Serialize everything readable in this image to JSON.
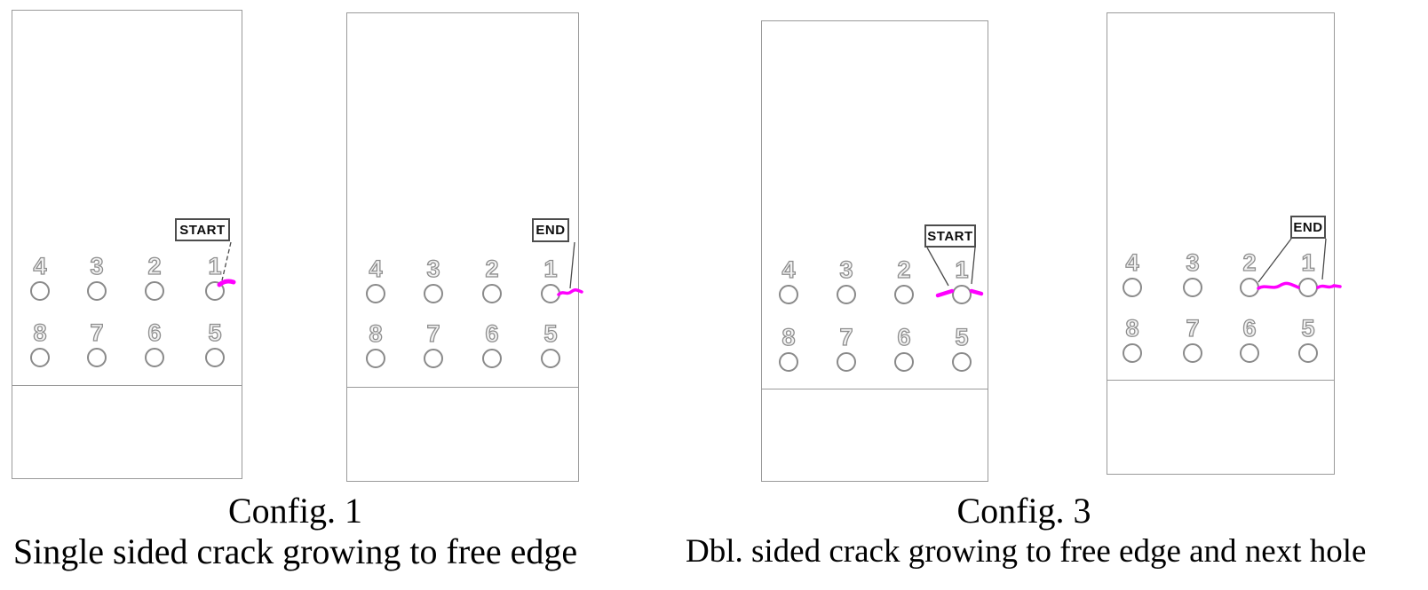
{
  "colors": {
    "crack": "#ff00ff",
    "leader": "#4a4a4a",
    "plate_border": "#9a9a9a",
    "hole_border": "#8a8a8a",
    "number_outline": "#8e8e8e"
  },
  "panels": [
    {
      "id": "config1-start",
      "marker": "START",
      "top_row": [
        "4",
        "3",
        "2",
        "1"
      ],
      "bottom_row": [
        "8",
        "7",
        "6",
        "5"
      ]
    },
    {
      "id": "config1-end",
      "marker": "END",
      "top_row": [
        "4",
        "3",
        "2",
        "1"
      ],
      "bottom_row": [
        "8",
        "7",
        "6",
        "5"
      ]
    },
    {
      "id": "config3-start",
      "marker": "START",
      "top_row": [
        "4",
        "3",
        "2",
        "1"
      ],
      "bottom_row": [
        "8",
        "7",
        "6",
        "5"
      ]
    },
    {
      "id": "config3-end",
      "marker": "END",
      "top_row": [
        "4",
        "3",
        "2",
        "1"
      ],
      "bottom_row": [
        "8",
        "7",
        "6",
        "5"
      ]
    }
  ],
  "captions": [
    {
      "title": "Config. 1",
      "subtitle": "Single sided crack growing to free edge"
    },
    {
      "title": "Config. 3",
      "subtitle": "Dbl. sided crack growing to free edge and next hole"
    }
  ]
}
